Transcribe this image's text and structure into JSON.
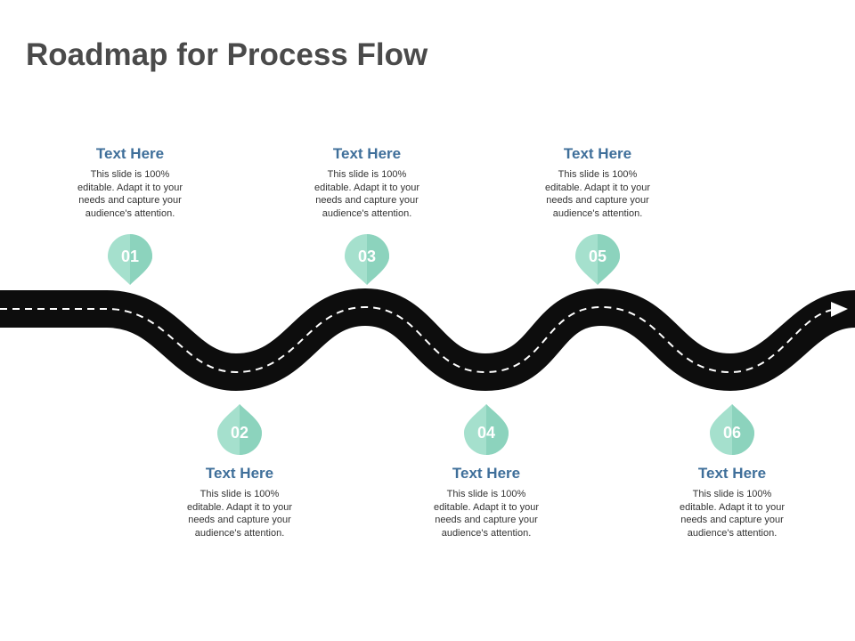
{
  "title": "Roadmap for Process Flow",
  "colors": {
    "road": "#0d0d0d",
    "lane_marking": "#ffffff",
    "pin_light": "#a5e0cd",
    "pin_dark": "#8cd3bd",
    "heading": "#3f6f9a"
  },
  "steps": [
    {
      "number": "01",
      "heading": "Text Here",
      "text": "This slide is 100% editable. Adapt it to your needs and capture your audience's attention."
    },
    {
      "number": "02",
      "heading": "Text Here",
      "text": "This slide is 100% editable. Adapt it to your needs and capture your audience's attention."
    },
    {
      "number": "03",
      "heading": "Text Here",
      "text": "This slide is 100% editable. Adapt it to your needs and capture your audience's attention."
    },
    {
      "number": "04",
      "heading": "Text Here",
      "text": "This slide is 100% editable. Adapt it to your needs and capture your audience's attention."
    },
    {
      "number": "05",
      "heading": "Text Here",
      "text": "This slide is 100% editable. Adapt it to your needs and capture your audience's attention."
    },
    {
      "number": "06",
      "heading": "Text Here",
      "text": "This slide is 100% editable. Adapt it to your needs and capture your audience's attention."
    }
  ]
}
